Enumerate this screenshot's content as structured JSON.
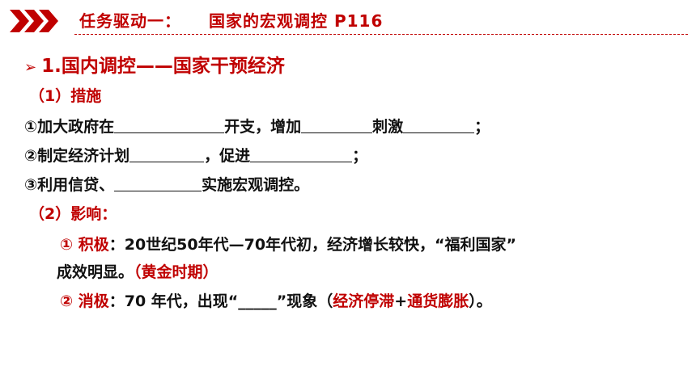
{
  "header": {
    "title_part1": "任务驱动一：",
    "title_part2": "国家的宏观调控 P116"
  },
  "section": {
    "arrow": "➢",
    "title": "1.国内调控——国家干预经济"
  },
  "measures": {
    "heading": "（1）措施",
    "item1": {
      "a": "①加大政府在",
      "b": "开支，增加",
      "c": "刺激",
      "d": "；"
    },
    "item2": {
      "a": "②制定经济计划",
      "b": "，促进",
      "c": "；"
    },
    "item3": {
      "a": "③利用信贷、",
      "b": "实施宏观调控。"
    }
  },
  "impact": {
    "heading": "（2）影响：",
    "positive": {
      "label": "① 积极",
      "colon": "：",
      "text": "20世纪50年代—70年代初，经济增长较快，“福利国家”",
      "text2": "成效明显。",
      "note": "（黄金时期）"
    },
    "negative": {
      "label": "② 消极",
      "colon": "：",
      "text_a": "70 年代，出现“",
      "blank": "_____",
      "text_b": "”现象（",
      "red1": "经济停滞",
      "plus": "+",
      "red2": "通货膨胀",
      "text_c": "）。"
    }
  },
  "colors": {
    "accent": "#c00000"
  }
}
